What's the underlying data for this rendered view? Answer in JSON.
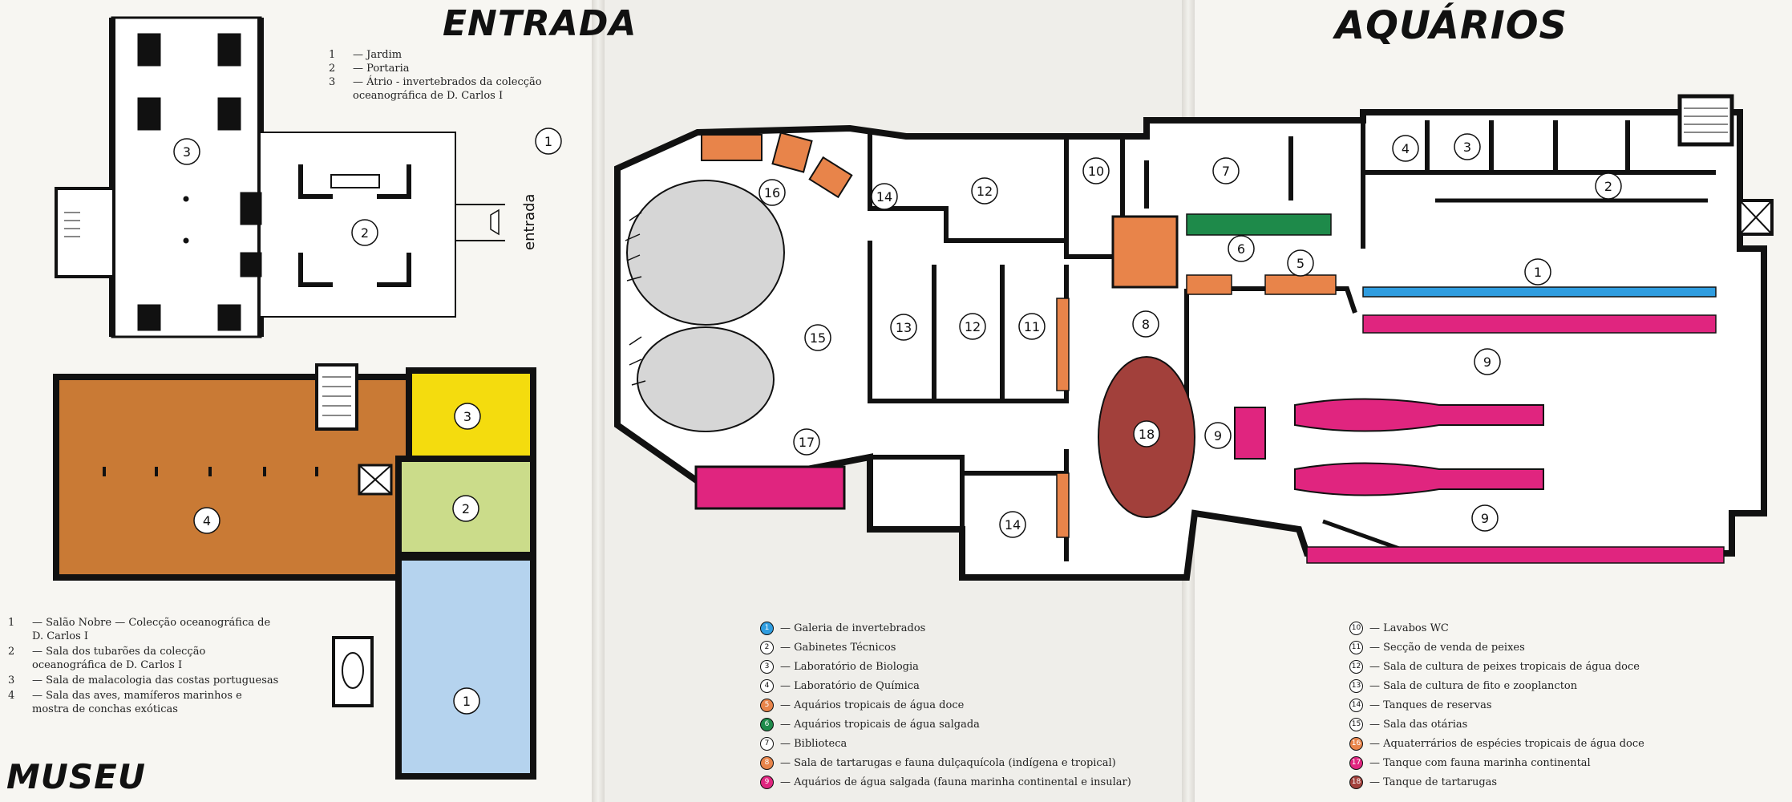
{
  "titles": {
    "entrada": "ENTRADA",
    "aquarios": "AQUÁRIOS",
    "museu": "MUSEU"
  },
  "colors": {
    "wall": "#111111",
    "orange": "#e8844a",
    "brown": "#c97a35",
    "yellow": "#f4dc0e",
    "green_light": "#cbdc8a",
    "blue_light": "#b5d3ee",
    "blue": "#2f9de0",
    "green": "#1e8a4a",
    "magenta": "#e0257f",
    "gray": "#d6d6d6",
    "dark_red": "#a2403b",
    "floor": "#ffffff"
  },
  "plan_labels": {
    "entrada_door": "entrada"
  },
  "entrada_legend": [
    {
      "n": "1",
      "text": "— Jardim"
    },
    {
      "n": "2",
      "text": "— Portaria"
    },
    {
      "n": "3",
      "text": "— Átrio - invertebrados da colecção oceanográfica de D. Carlos I"
    }
  ],
  "museu_legend": [
    {
      "n": "1",
      "text": "— Salão Nobre — Colecção oceanográfica de D. Carlos I"
    },
    {
      "n": "2",
      "text": "— Sala dos tubarões da colecção oceanográfica de D. Carlos I"
    },
    {
      "n": "3",
      "text": "— Sala de malacologia das costas portuguesas"
    },
    {
      "n": "4",
      "text": "— Sala das aves, mamíferos marinhos e mostra de conchas exóticas"
    }
  ],
  "aquarios_legend_left": [
    {
      "n": "1",
      "color": "#2f9de0",
      "text": "— Galeria de invertebrados"
    },
    {
      "n": "2",
      "color": "#ffffff",
      "text": "— Gabinetes Técnicos"
    },
    {
      "n": "3",
      "color": "#ffffff",
      "text": "— Laboratório de Biologia"
    },
    {
      "n": "4",
      "color": "#ffffff",
      "text": "— Laboratório de Química"
    },
    {
      "n": "5",
      "color": "#e8844a",
      "text": "— Aquários tropicais de água doce"
    },
    {
      "n": "6",
      "color": "#1e8a4a",
      "text": "— Aquários tropicais de água salgada"
    },
    {
      "n": "7",
      "color": "#ffffff",
      "text": "— Biblioteca"
    },
    {
      "n": "8",
      "color": "#e8844a",
      "text": "— Sala de tartarugas e fauna dulçaquícola (indígena e tropical)"
    },
    {
      "n": "9",
      "color": "#e0257f",
      "text": "— Aquários de água salgada (fauna marinha continental e insular)"
    }
  ],
  "aquarios_legend_right": [
    {
      "n": "10",
      "color": "#ffffff",
      "text": "— Lavabos WC"
    },
    {
      "n": "11",
      "color": "#ffffff",
      "text": "— Secção de venda de peixes"
    },
    {
      "n": "12",
      "color": "#ffffff",
      "text": "— Sala de cultura de peixes tropicais de água doce"
    },
    {
      "n": "13",
      "color": "#ffffff",
      "text": "— Sala de cultura de fito e zooplancton"
    },
    {
      "n": "14",
      "color": "#ffffff",
      "text": "— Tanques de reservas"
    },
    {
      "n": "15",
      "color": "#ffffff",
      "text": "— Sala das otárias"
    },
    {
      "n": "16",
      "color": "#e8844a",
      "text": "— Aquaterrários de espécies tropicais de água doce"
    },
    {
      "n": "17",
      "color": "#e0257f",
      "text": "— Tanque com fauna marinha continental"
    },
    {
      "n": "18",
      "color": "#a2403b",
      "text": "— Tanque de tartarugas"
    }
  ]
}
